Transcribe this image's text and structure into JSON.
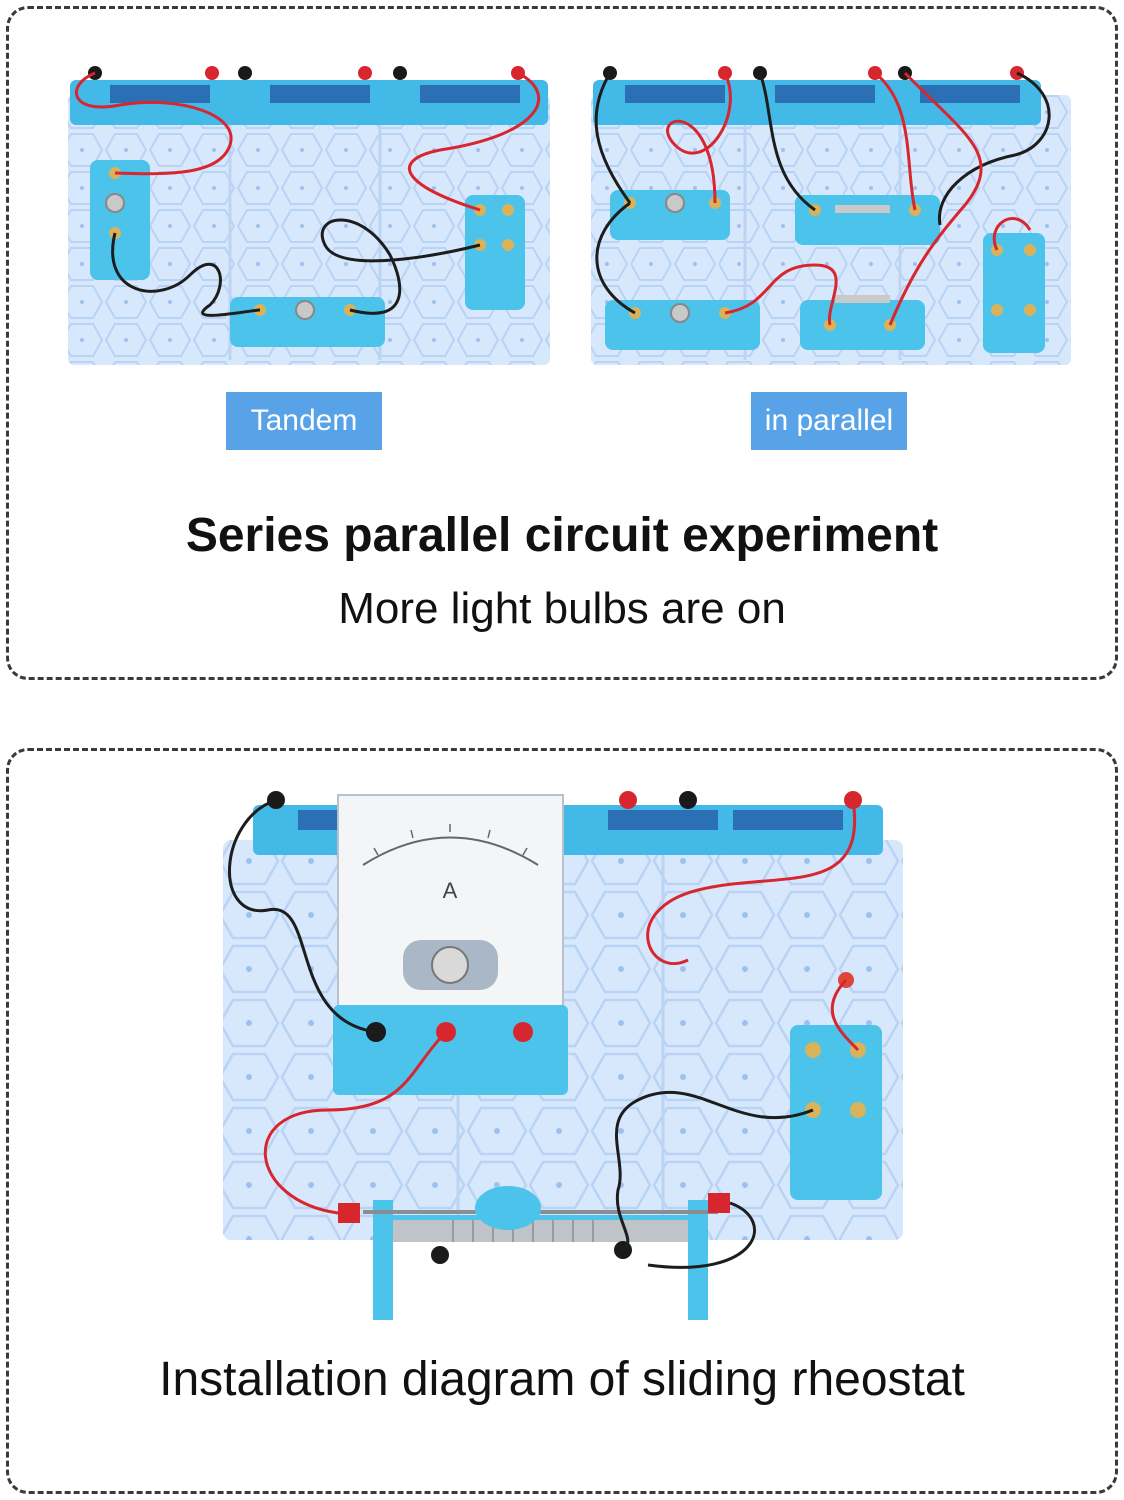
{
  "top_panel": {
    "label_series": "Tandem",
    "label_parallel": "in parallel",
    "title": "Series parallel circuit experiment",
    "subtitle": "More light bulbs are on"
  },
  "bottom_panel": {
    "title": "Installation diagram of sliding rheostat",
    "meter_unit": "A"
  },
  "colors": {
    "accent_blue": "#58a3e8",
    "board_blue": "#cfe3fb",
    "module_blue": "#4cc3ea",
    "wire_red": "#d8262e",
    "wire_black": "#1d1d1d",
    "terminal_brass": "#d9b25a"
  }
}
